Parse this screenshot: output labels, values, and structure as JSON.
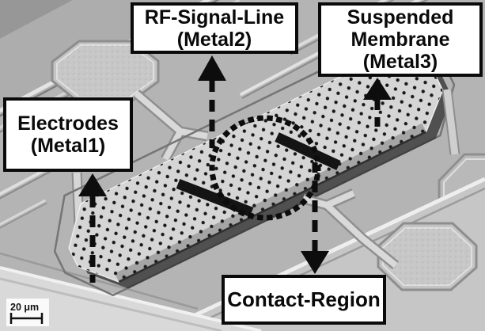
{
  "figure": {
    "description": "SEM micrograph of an RF-MEMS switch with annotated regions",
    "labels": {
      "rf": {
        "line1": "RF-Signal-Line",
        "line2": "(Metal2)"
      },
      "membrane": {
        "line1": "Suspended",
        "line2": "Membrane",
        "line3": "(Metal3)"
      },
      "electrodes": {
        "line1": "Electrodes",
        "line2": "(Metal1)"
      },
      "contact": {
        "line1": "Contact-Region"
      }
    },
    "scale_bar": {
      "text": "20 μm"
    },
    "colors": {
      "annotation": "#0d0d0d",
      "label_background": "#ffffff",
      "label_border": "#0a0a0a",
      "sem_background": "#b4b4b4",
      "membrane_fill": "#d5d5d5",
      "perforation_dots": "#181818",
      "shadow": "#333333"
    }
  }
}
